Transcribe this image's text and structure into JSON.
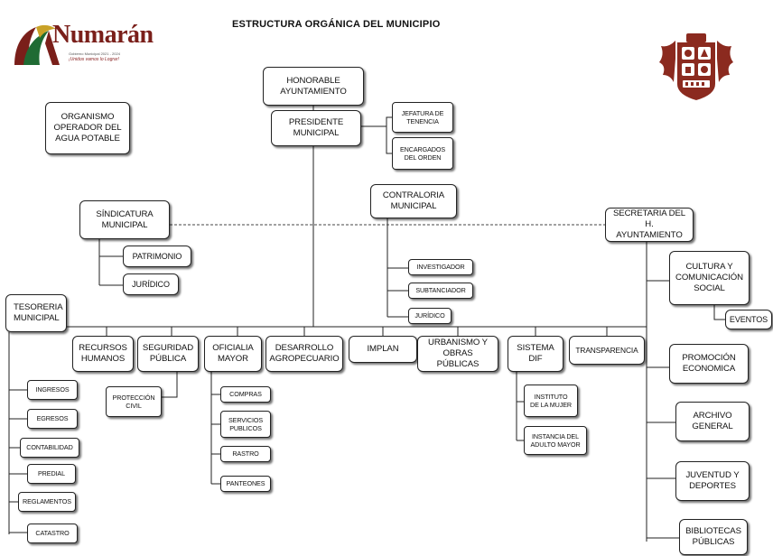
{
  "title": "ESTRUCTURA ORGÁNICA  DEL MUNICIPIO",
  "logo": {
    "wordmark": "Numarán",
    "subtitle": "Gobierno Municipal 2021 - 2024",
    "slogan": "¡Unidos vamos lo Lograr!"
  },
  "nodes": {
    "honorable": "HONORABLE\nAYUNTAMIENTO",
    "presidente": "PRESIDENTE\nMUNICIPAL",
    "jefatura": "JEFATURA DE\nTENENCIA",
    "encargados": "ENCARGADOS\nDEL ORDEN",
    "organismo": "ORGANISMO\nOPERADOR DEL\nAGUA POTABLE",
    "sindicatura": "SÍNDICATURA\nMUNICIPAL",
    "patrimonio": "PATRIMONIO",
    "juridico_sind": "JURÍDICO",
    "contraloria": "CONTRALORIA\nMUNICIPAL",
    "investigador": "INVESTIGADOR",
    "substanciador": "SUBTANCIADOR",
    "juridico_contra": "JURÍDICO",
    "secretaria": "SECRETARIA DEL  H.\nAYUNTAMIENTO",
    "cultura": "CULTURA Y\nCOMUNICACIÓN\nSOCIAL",
    "eventos": "EVENTOS",
    "promocion": "PROMOCIÓN\nECONOMICA",
    "archivo": "ARCHIVO\nGENERAL",
    "juventud": "JUVENTUD Y\nDEPORTES",
    "bibliotecas": "BIBLIOTECAS\nPÚBLICAS",
    "tesoreria": "TESORERIA\nMUNICIPAL",
    "recursos": "RECURSOS\nHUMANOS",
    "seguridad": "SEGURIDAD\nPÚBLICA",
    "proteccion": "PROTECCIÓN\nCIVIL",
    "oficialia": "OFICIALIA\nMAYOR",
    "compras": "COMPRAS",
    "servicios": "SERVICIOS\nPUBLICOS",
    "rastro": "RASTRO",
    "panteones": "PANTEONES",
    "desarrollo": "DESARROLLO\nAGROPECUARIO",
    "implan": "IMPLAN",
    "urbanismo": "URBANISMO Y\nOBRAS  PÚBLICAS",
    "sistema_dif": "SISTEMA\nDIF",
    "instituto": "INSTITUTO\nDE LA MUJER",
    "instancia": "INSTANCIA DEL\nADULTO MAYOR",
    "transparencia": "TRANSPARENCIA",
    "ingresos": "INGRESOS",
    "egresos": "EGRESOS",
    "contabilidad": "CONTABILIDAD",
    "predial": "PREDIAL",
    "reglamentos": "REGLAMENTOS",
    "catastro": "CATASTRO"
  },
  "colors": {
    "brand": "#7a1f1a",
    "crest": "#8b2a1f",
    "line": "#222222",
    "dashed": "#444444"
  }
}
